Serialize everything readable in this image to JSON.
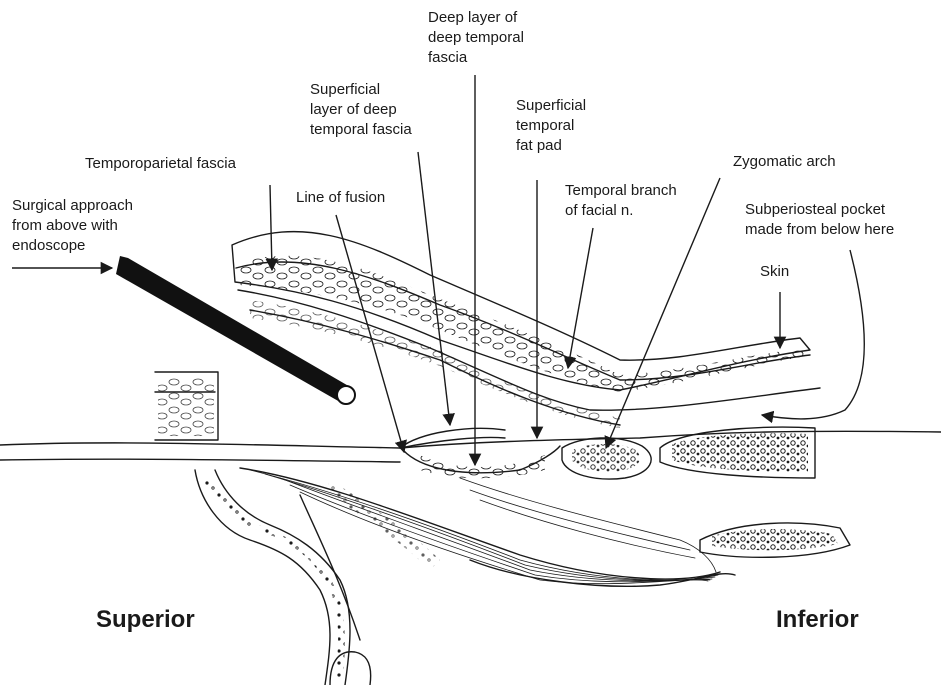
{
  "labels": {
    "deep_layer": "Deep layer of\ndeep temporal\nfascia",
    "superficial_layer": "Superficial\nlayer of deep\ntemporal fascia",
    "superficial_fat_pad": "Superficial\ntemporal\nfat pad",
    "temporoparietal": "Temporoparietal fascia",
    "zygomatic_arch": "Zygomatic arch",
    "line_of_fusion": "Line of fusion",
    "temporal_branch": "Temporal branch\nof facial n.",
    "surgical_approach": "Surgical approach\nfrom above with\nendoscope",
    "subperiosteal_pocket": "Subperiosteal pocket\nmade from below here",
    "skin": "Skin"
  },
  "orientation": {
    "superior": "Superior",
    "inferior": "Inferior"
  },
  "colors": {
    "ink": "#1a1a1a",
    "background": "#ffffff"
  }
}
